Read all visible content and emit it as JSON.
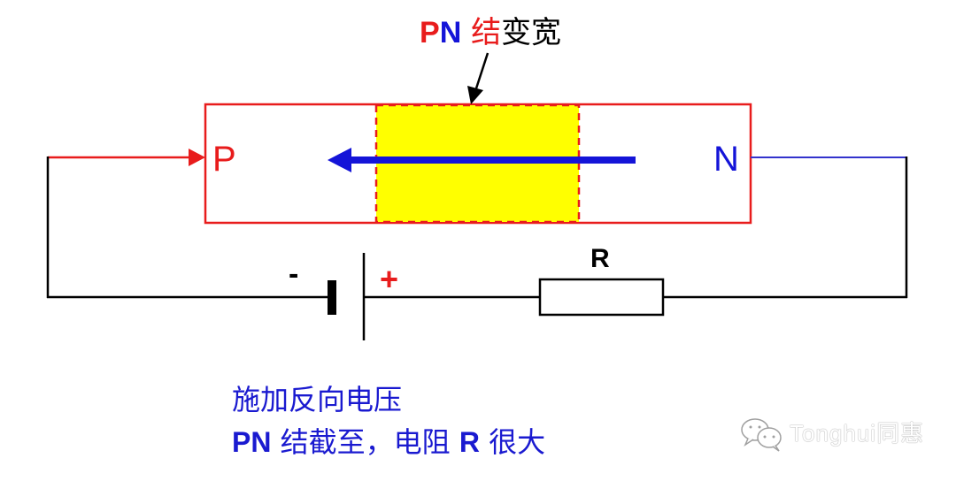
{
  "colors": {
    "red": "#e81c1c",
    "blue": "#1414d8",
    "black": "#000000",
    "yellow": "#ffff00",
    "text_blue": "#1a1ad0",
    "wire_blue": "#3333cc"
  },
  "title": {
    "pn": "PN",
    "jie": "结",
    "rest": "变宽"
  },
  "labels": {
    "p_region": "P",
    "n_region": "N",
    "battery_negative": "-",
    "battery_positive": "+",
    "resistor": "R"
  },
  "caption": {
    "line1": "施加反向电压",
    "line2_pn": "PN",
    "line2_a": " 结截至，电阻 ",
    "line2_r": "R",
    "line2_b": " 很大"
  },
  "watermark": {
    "icon": "wechat-icon",
    "text": "Tonghui同惠"
  },
  "icons": {
    "field_arrow": "left-arrow-icon",
    "callout_arrow": "callout-arrow-icon",
    "current_arrow": "right-arrow-icon"
  }
}
